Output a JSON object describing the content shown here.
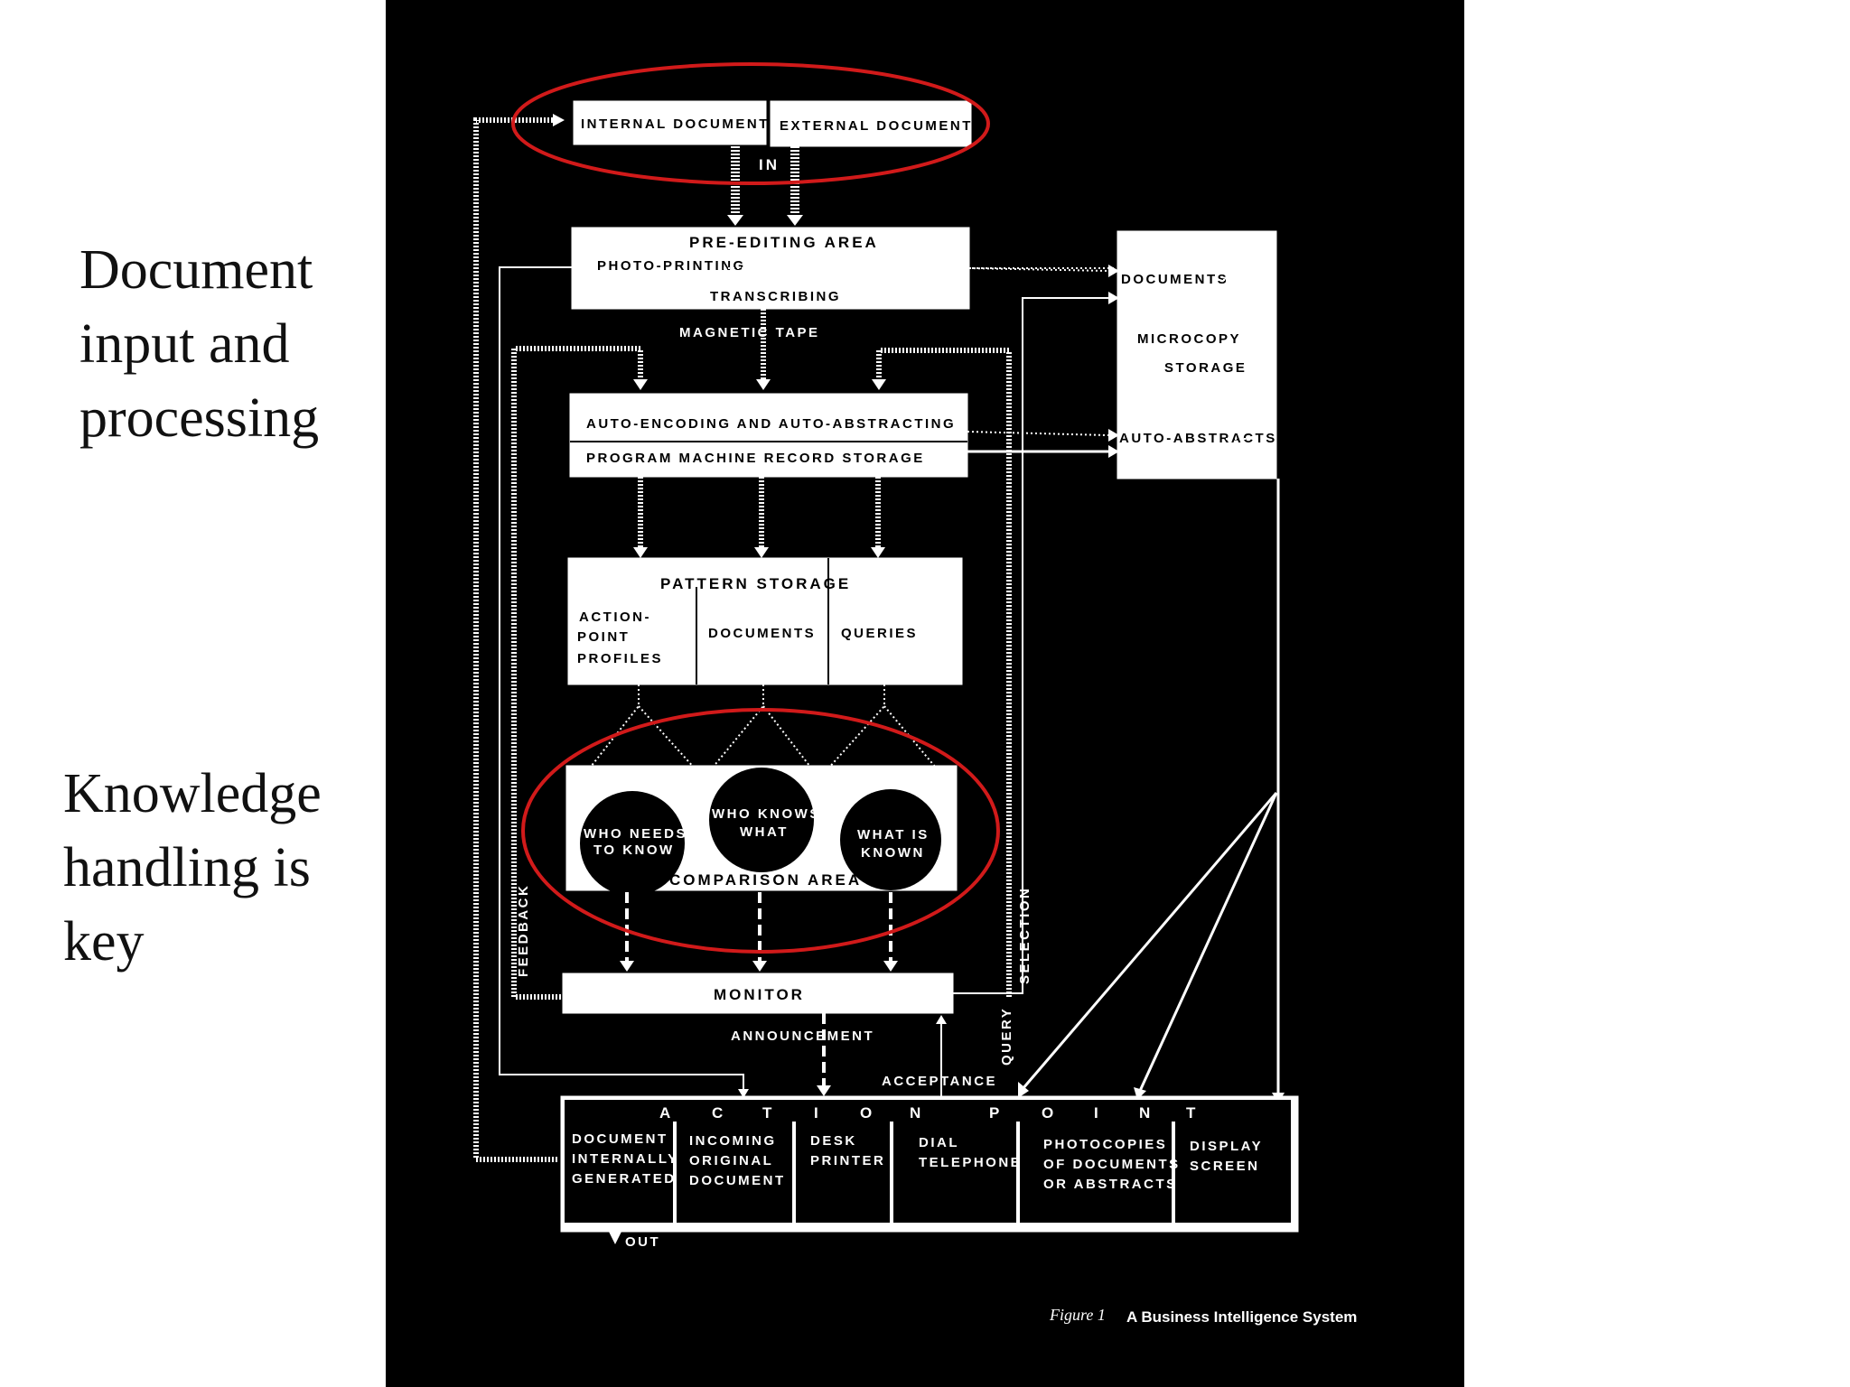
{
  "annotations": {
    "top": "Document\ninput and\nprocessing",
    "bottom": "Knowledge\nhandling is\nkey"
  },
  "diagram": {
    "internal_documents": "INTERNAL DOCUMENTS",
    "external_documents": "EXTERNAL DOCUMENTS",
    "in_label": "IN",
    "pre_editing_area": "PRE-EDITING AREA",
    "photo_printing": "PHOTO-PRINTING",
    "transcribing": "TRANSCRIBING",
    "magnetic_tape": "MAGNETIC TAPE",
    "auto_encoding": "AUTO-ENCODING AND AUTO-ABSTRACTING",
    "program_machine": "PROGRAM MACHINE RECORD STORAGE",
    "pattern_storage": "PATTERN STORAGE",
    "action_point_profiles": [
      "ACTION-",
      "POINT",
      "PROFILES"
    ],
    "documents": "DOCUMENTS",
    "queries": "QUERIES",
    "who_needs": [
      "WHO NEEDS",
      "TO KNOW"
    ],
    "who_knows": [
      "WHO KNOWS",
      "WHAT"
    ],
    "what_is_known": [
      "WHAT IS",
      "KNOWN"
    ],
    "comparison_area": "COMPARISON AREA",
    "monitor": "MONITOR",
    "announcement": "ANNOUNCEMENT",
    "acceptance": "ACCEPTANCE",
    "feedback": "FEEDBACK",
    "selection": "SELECTION",
    "query": "QUERY",
    "microcopy_documents": "DOCUMENTS",
    "microcopy_storage": [
      "MICROCOPY",
      "STORAGE"
    ],
    "auto_abstracts": "AUTO-ABSTRACTS",
    "action_point_letters": [
      "A",
      "C",
      "T",
      "I",
      "O",
      "N",
      "P",
      "O",
      "I",
      "N",
      "T"
    ],
    "action_cells": [
      [
        "DOCUMENT",
        "INTERNALLY",
        "GENERATED"
      ],
      [
        "INCOMING",
        "ORIGINAL",
        "DOCUMENT"
      ],
      [
        "DESK",
        "PRINTER"
      ],
      [
        "DIAL",
        "TELEPHONE"
      ],
      [
        "PHOTOCOPIES",
        "OF DOCUMENTS",
        "OR ABSTRACTS"
      ],
      [
        "DISPLAY",
        "SCREEN"
      ]
    ],
    "out_label": "OUT",
    "caption_figure": "Figure 1",
    "caption_title": "A Business Intelligence System"
  },
  "colors": {
    "highlight": "#d11a1a",
    "background": "#000000",
    "foreground": "#ffffff"
  }
}
